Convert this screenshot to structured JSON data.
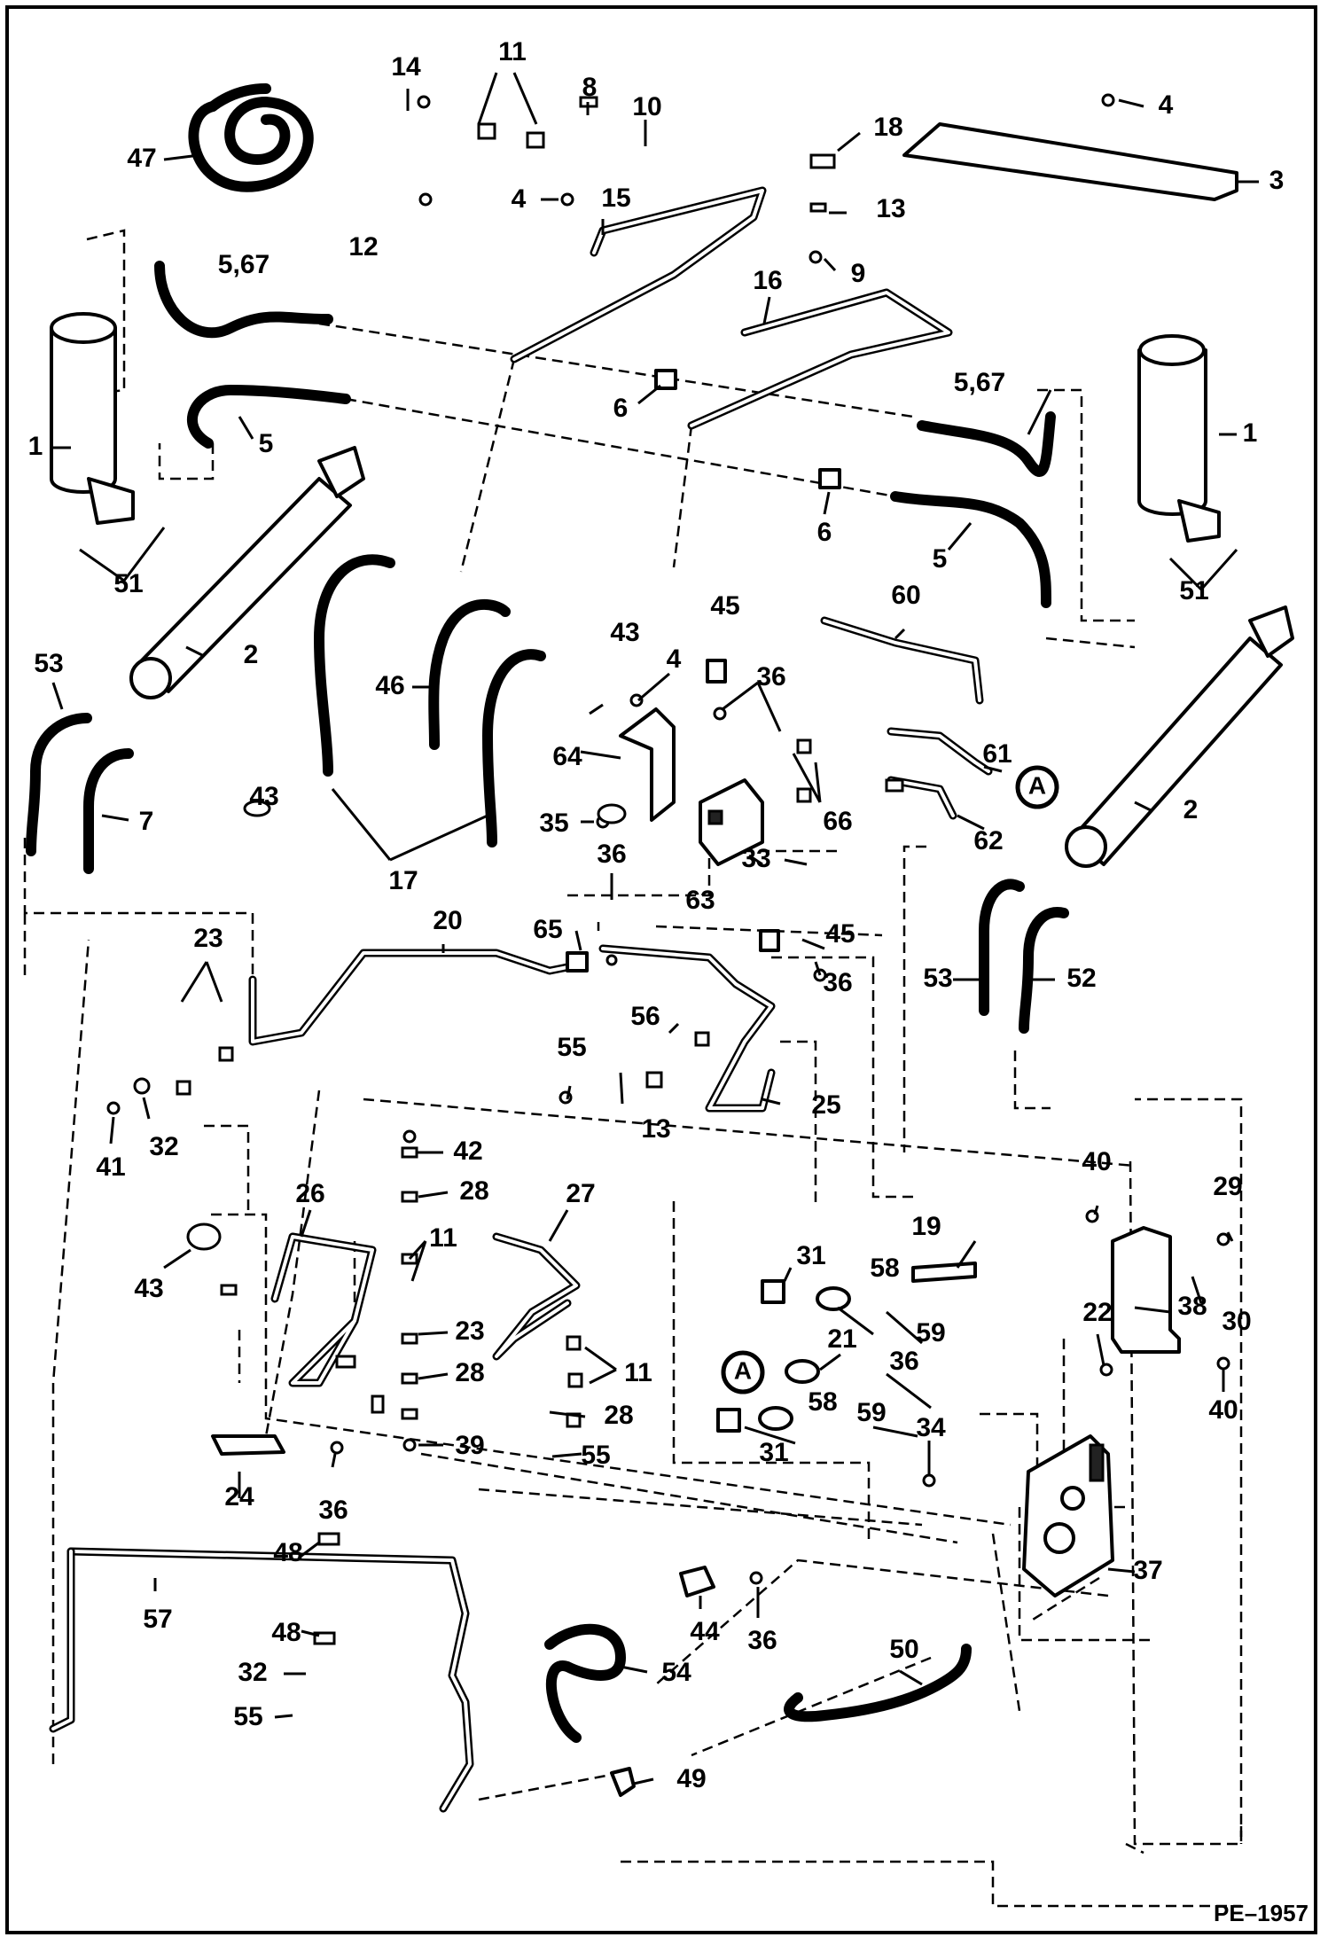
{
  "figure_code": "PE–1957",
  "callout_marker": "A",
  "labels": {
    "1": "1",
    "2": "2",
    "3": "3",
    "4": "4",
    "5": "5",
    "5_67": "5,67",
    "6": "6",
    "7": "7",
    "8": "8",
    "9": "9",
    "10": "10",
    "11": "11",
    "12": "12",
    "13": "13",
    "14": "14",
    "15": "15",
    "16": "16",
    "17": "17",
    "18": "18",
    "19": "19",
    "20": "20",
    "21": "21",
    "22": "22",
    "23": "23",
    "24": "24",
    "25": "25",
    "26": "26",
    "27": "27",
    "28": "28",
    "29": "29",
    "30": "30",
    "31": "31",
    "32": "32",
    "33": "33",
    "34": "34",
    "35": "35",
    "36": "36",
    "37": "37",
    "38": "38",
    "39": "39",
    "40": "40",
    "41": "41",
    "42": "42",
    "43": "43",
    "44": "44",
    "45": "45",
    "46": "46",
    "47": "47",
    "48": "48",
    "49": "49",
    "50": "50",
    "51": "51",
    "52": "52",
    "53": "53",
    "54": "54",
    "55": "55",
    "56": "56",
    "57": "57",
    "58": "58",
    "59": "59",
    "60": "60",
    "61": "61",
    "62": "62",
    "63": "63",
    "64": "64",
    "65": "65",
    "66": "66"
  }
}
